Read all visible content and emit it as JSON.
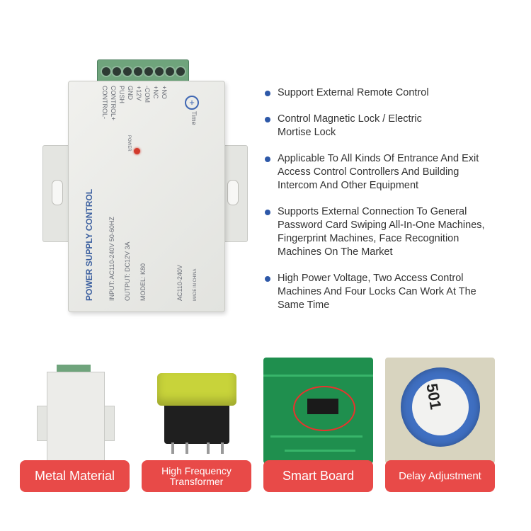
{
  "device": {
    "terminal_labels": [
      "CONTROL-",
      "CONTROL+",
      "PUSH",
      "GND",
      "+12V",
      "-COM",
      "+NC",
      "+NO"
    ],
    "time_label": "Time",
    "power_label": "POWER",
    "product_title": "POWER SUPPLY CONTROL",
    "input_spec": "INPUT: AC110-240V 50-60HZ",
    "output_spec": "OUTPUT: DC12V 3A",
    "model": "MODEL: K80",
    "voltage": "AC110-240V",
    "origin": "MADE IN CHINA"
  },
  "features": [
    "Support External Remote Control",
    "Control Magnetic Lock / Electric Mortise Lock",
    "Applicable To All Kinds Of Entrance And Exit Access Control Controllers And Building Intercom And Other Equipment",
    "Supports External Connection To General Password Card Swiping All-In-One Machines, Fingerprint Machines, Face Recognition Machines On The Market",
    "High Power Voltage, Two Access Control Machines And Four Locks Can Work At The Same Time"
  ],
  "tiles": [
    {
      "label": "Metal Material"
    },
    {
      "label_line1": "High Frequency",
      "label_line2": "Transformer"
    },
    {
      "label": "Smart Board"
    },
    {
      "label": "Delay Adjustment"
    }
  ],
  "pot_marking": "501",
  "colors": {
    "accent_red": "#e84a48",
    "bullet_blue": "#2d58a8",
    "terminal_green": "#6fa47c"
  }
}
